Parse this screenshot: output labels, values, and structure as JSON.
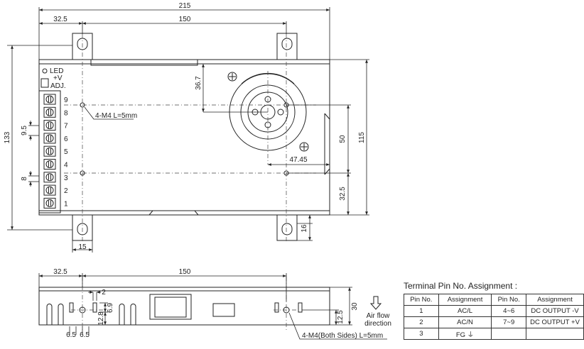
{
  "dims": {
    "overall_width": "215",
    "hole_spacing": "150",
    "left_offset": "32.5",
    "fan_offset": "36.7",
    "fan_center_x": "47.45",
    "overall_height": "133",
    "body_height": "115",
    "vertical_hole_spacing": "50",
    "bottom_offset": "32.5",
    "tab_width": "15",
    "tab_height": "16",
    "terminal_pitch": "9.5",
    "terminal_width": "8",
    "side_left_offset": "32.5",
    "side_hole_spacing": "150",
    "side_slot_width": "2",
    "side_dim_6_9": "6.9",
    "side_dim_12_8": "12.8",
    "side_dim_6_5a": "6.5",
    "side_dim_6_5b": "6.5",
    "side_dim_12_5": "12.5",
    "side_height": "30"
  },
  "labels": {
    "led": "LED",
    "plus_v": "+V",
    "adj": "ADJ.",
    "mount_top": "4-M4 L=5mm",
    "mount_side": "4-M4(Both Sides) L=5mm",
    "air_flow_1": "Air flow",
    "air_flow_2": "direction"
  },
  "terminals": [
    "9",
    "8",
    "7",
    "6",
    "5",
    "4",
    "3",
    "2",
    "1"
  ],
  "pin_table": {
    "title": "Terminal Pin No. Assignment :",
    "headers": [
      "Pin No.",
      "Assignment",
      "Pin No.",
      "Assignment"
    ],
    "rows": [
      [
        "1",
        "AC/L",
        "4~6",
        "DC OUTPUT -V"
      ],
      [
        "2",
        "AC/N",
        "7~9",
        "DC OUTPUT +V"
      ],
      [
        "3",
        "FG ⏚",
        "",
        ""
      ]
    ]
  }
}
